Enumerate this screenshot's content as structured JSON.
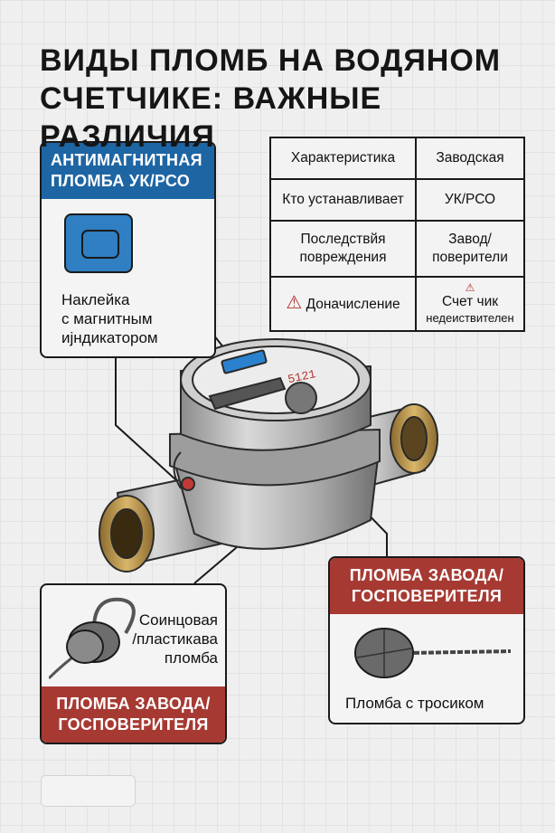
{
  "title": {
    "line1": "ВИДЫ ПЛОМБ НА ВОДЯНОМ",
    "line2": "СЧЕТЧИКЕ: ВАЖНЫЕ РАЗЛИЧИЯ"
  },
  "antimagnetic_card": {
    "header_line1": "АНТИМАГНИТНАЯ",
    "header_line2": "ПЛОМБА УК/РСО",
    "desc_line1": "Наклейка",
    "desc_line2": "с магнитным",
    "desc_line3": "ијндикатором"
  },
  "table": {
    "rows": [
      [
        "Характеристика",
        "Заводская"
      ],
      [
        "Кто устанавливает",
        "УК/РСО"
      ],
      [
        "Последствйя повреждения",
        "Завод/ поверители"
      ],
      [
        "Доначисление",
        "Счет чик"
      ]
    ],
    "last_right_sub": "недеиствителен"
  },
  "lead_card": {
    "desc_line1": "Соинцовая",
    "desc_line2": "/пластикава",
    "desc_line3": "пломба",
    "header_line1": "ПЛОМБА ЗАВОДА/",
    "header_line2": "ГОСПОВЕРИТЕЛЯ"
  },
  "wire_card": {
    "header_line1": "ПЛОМБА ЗАВОДА/",
    "header_line2": "ГОСПОВЕРИТЕЛЯ",
    "desc": "Пломба с тросиком"
  },
  "meter": {
    "counter_digits": "5121"
  },
  "colors": {
    "blue": "#1e65a3",
    "red": "#a63a33",
    "warning": "#b0312b"
  }
}
